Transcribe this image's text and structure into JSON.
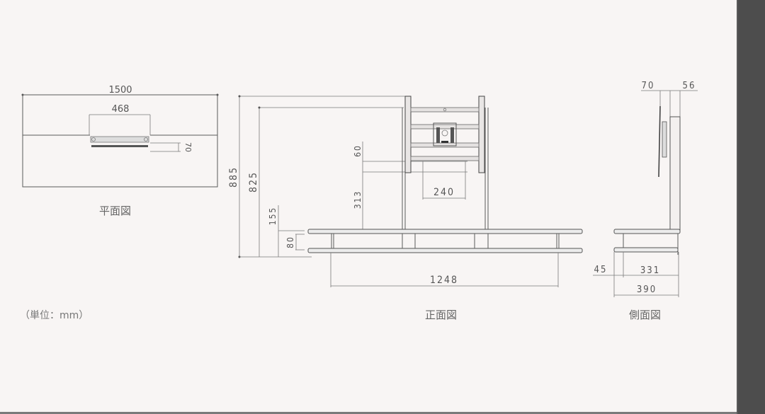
{
  "unit_note": "（単位：mm）",
  "views": {
    "plan": {
      "title": "平面図"
    },
    "front": {
      "title": "正面図"
    },
    "side": {
      "title": "側面図"
    }
  },
  "dimensions": {
    "plan": {
      "width_total": "1500",
      "bracket_width": "468",
      "bracket_depth": "70"
    },
    "front": {
      "height_total": "885",
      "height_mount_top": "825",
      "shelf_top_height": "155",
      "shelf_gap": "80",
      "mount_offset": "60",
      "mount_height_from_shelf": "313",
      "vesa_width": "240",
      "base_width": "1248"
    },
    "side": {
      "mount_depth": "70",
      "post_depth": "56",
      "front_overhang": "45",
      "base_depth_inner": "331",
      "base_depth_total": "390"
    }
  },
  "colors": {
    "background": "#f8f5f4",
    "line": "#5a5a5a",
    "text": "#555555",
    "side_panel": "#4d4d4d"
  }
}
